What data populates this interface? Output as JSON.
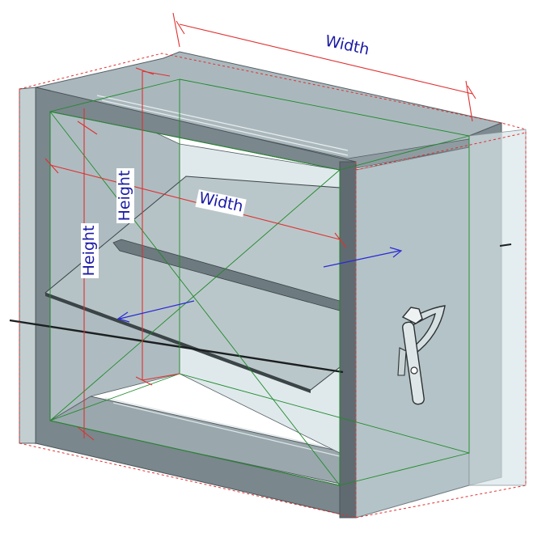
{
  "dimensions": {
    "outer_width_label": "Width",
    "inner_width_label": "Width",
    "inner_height_label": "Height",
    "outer_height_label": "Height"
  },
  "colors": {
    "background": "#ffffff",
    "dimension_line": "#e03030",
    "dimension_text": "#1a1aa6",
    "guide_line": "#1f8a2a",
    "flow_arrow": "#2a2ad6",
    "frame_face": "#b9c7cb",
    "frame_dark": "#5f6b70"
  },
  "icons": {
    "handle": "damper-hand-lever-icon",
    "airflow": "airflow-arrow-icon"
  }
}
